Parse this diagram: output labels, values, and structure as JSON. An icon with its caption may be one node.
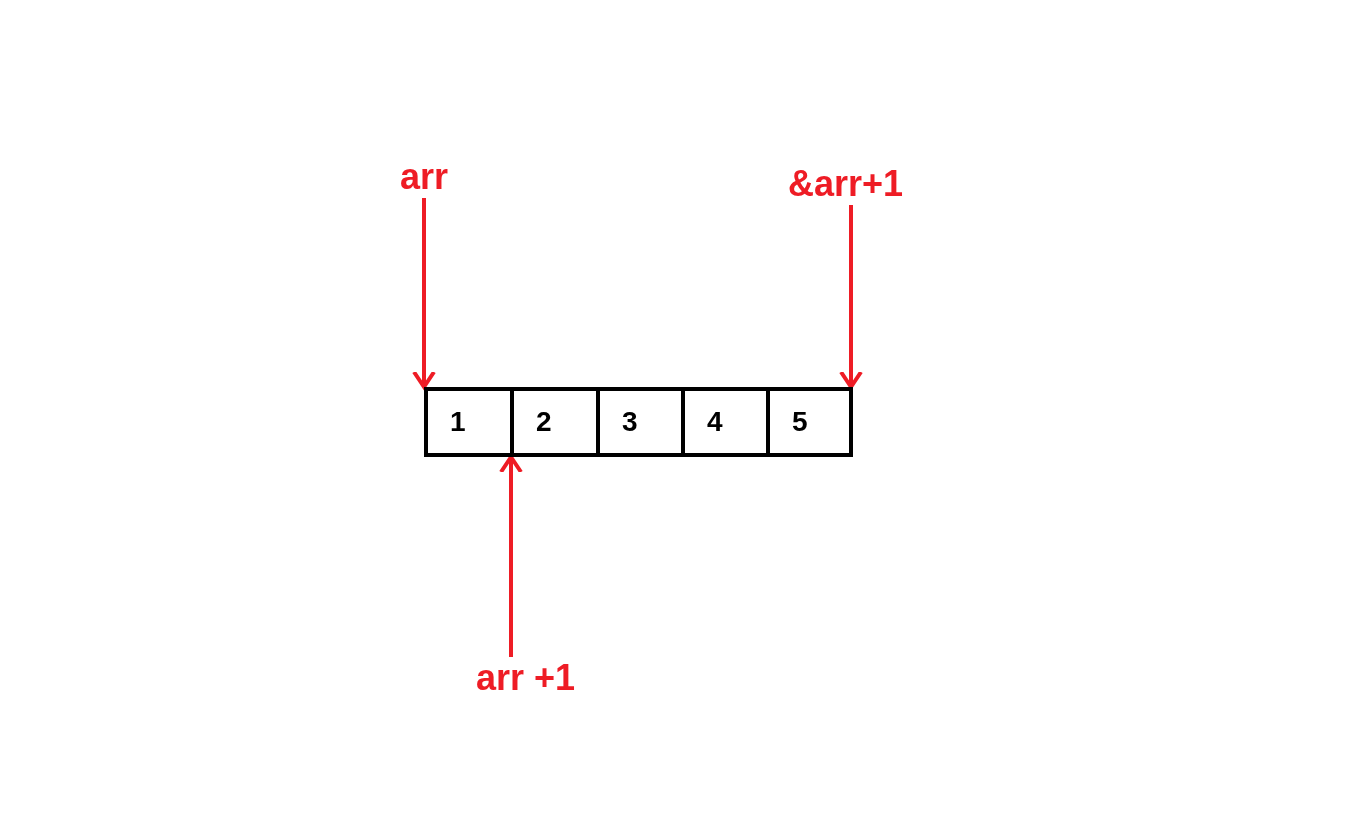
{
  "diagram": {
    "nodes": [
      {
        "text": [
          "arr"
        ]
      },
      {
        "text": [
          "&arr+1"
        ]
      },
      {
        "text": [
          "1"
        ]
      },
      {
        "text": [
          "2"
        ]
      },
      {
        "text": [
          "3"
        ]
      },
      {
        "text": [
          "4"
        ]
      },
      {
        "text": [
          "5"
        ]
      },
      {
        "text": [
          "arr +1"
        ]
      }
    ],
    "edges": [
      {
        "from": 0,
        "to": 2,
        "arrow": "to"
      },
      {
        "from": 1,
        "to": 6,
        "arrow": "to"
      },
      {
        "from": 7,
        "to": 3,
        "arrow": "to"
      }
    ]
  }
}
